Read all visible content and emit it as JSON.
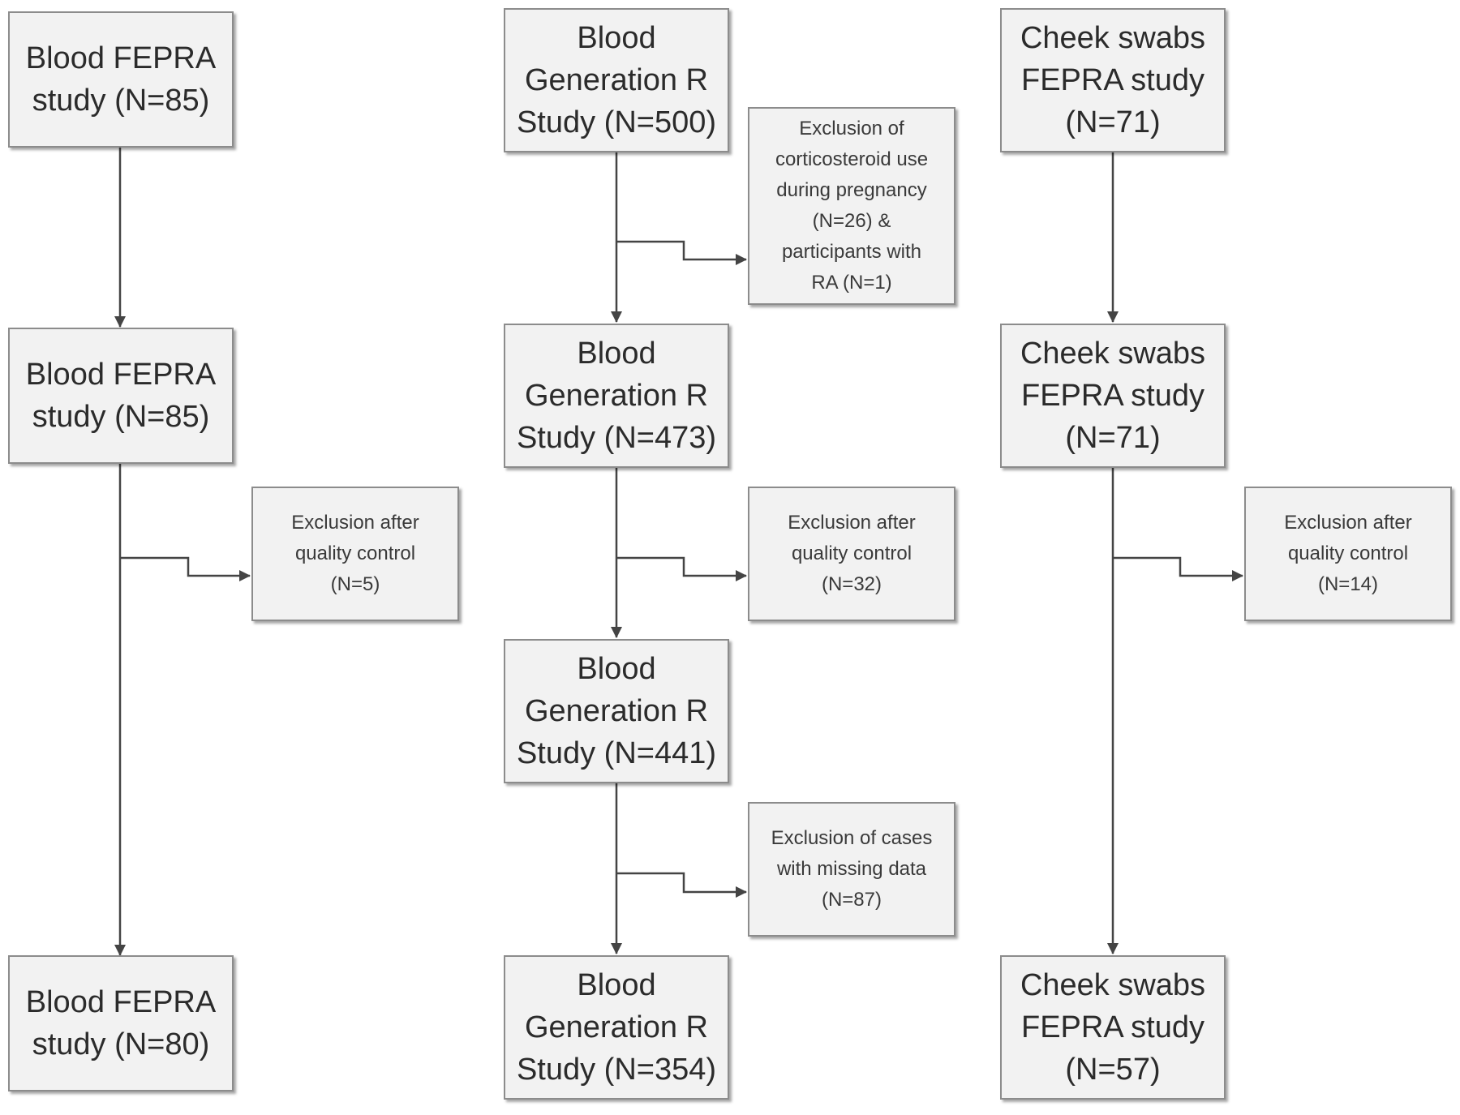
{
  "colors": {
    "box_fill": "#f2f2f2",
    "box_border": "#8c8c8c",
    "line": "#444444"
  },
  "columns": [
    {
      "name": "blood-fepra",
      "steps": [
        {
          "lines": [
            "Blood FEPRA",
            "study (N=85)"
          ]
        },
        {
          "lines": [
            "Blood FEPRA",
            "study (N=85)"
          ]
        },
        {
          "lines": [
            "Blood FEPRA",
            "study (N=80)"
          ]
        }
      ],
      "exclusions": [
        {
          "lines": [
            "Exclusion after",
            "quality control",
            "(N=5)"
          ]
        }
      ]
    },
    {
      "name": "blood-generation-r",
      "steps": [
        {
          "lines": [
            "Blood",
            "Generation R",
            "Study (N=500)"
          ]
        },
        {
          "lines": [
            "Blood",
            "Generation R",
            "Study (N=473)"
          ]
        },
        {
          "lines": [
            "Blood",
            "Generation R",
            "Study (N=441)"
          ]
        },
        {
          "lines": [
            "Blood",
            "Generation R",
            "Study (N=354)"
          ]
        }
      ],
      "exclusions": [
        {
          "lines": [
            "Exclusion of",
            "corticosteroid use",
            "during pregnancy",
            "(N=26) &",
            "participants with",
            "RA (N=1)"
          ]
        },
        {
          "lines": [
            "Exclusion after",
            "quality control",
            "(N=32)"
          ]
        },
        {
          "lines": [
            "Exclusion of cases",
            "with missing data",
            "(N=87)"
          ]
        }
      ]
    },
    {
      "name": "cheek-swabs-fepra",
      "steps": [
        {
          "lines": [
            "Cheek swabs",
            "FEPRA study",
            "(N=71)"
          ]
        },
        {
          "lines": [
            "Cheek swabs",
            "FEPRA study",
            "(N=71)"
          ]
        },
        {
          "lines": [
            "Cheek swabs",
            "FEPRA study",
            "(N=57)"
          ]
        }
      ],
      "exclusions": [
        {
          "lines": [
            "Exclusion after",
            "quality control",
            "(N=14)"
          ]
        }
      ]
    }
  ]
}
